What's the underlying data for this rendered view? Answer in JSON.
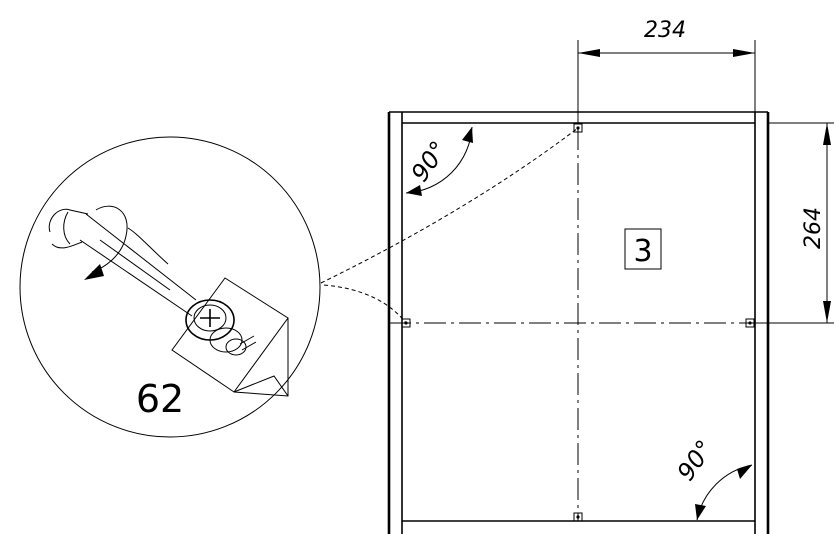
{
  "dimensions": {
    "width_label": "234",
    "height_label": "264"
  },
  "angles": {
    "top_left": "90°",
    "bottom_right": "90°"
  },
  "part_number": "3",
  "detail_quantity": "62",
  "colors": {
    "line": "#000000",
    "background": "#ffffff"
  }
}
